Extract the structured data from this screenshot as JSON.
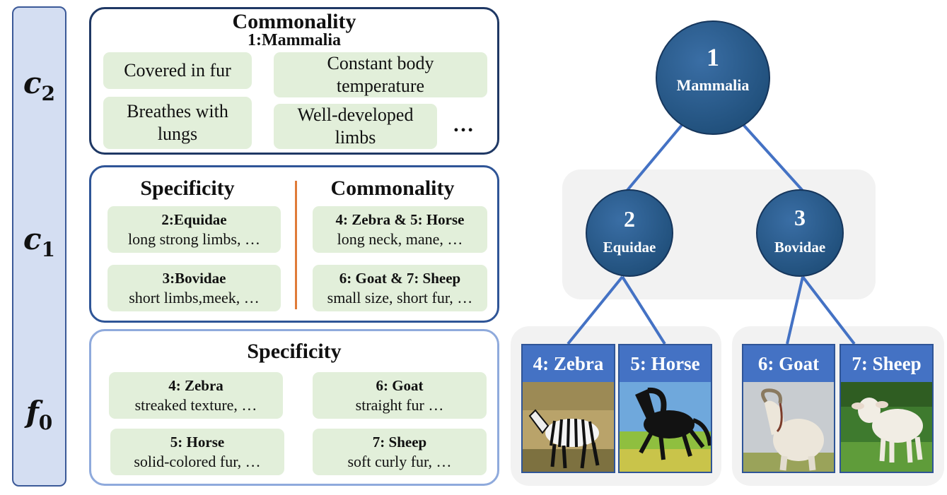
{
  "levels": {
    "c2": {
      "symbol": "c",
      "sub": "2"
    },
    "c1": {
      "symbol": "c",
      "sub": "1"
    },
    "f0": {
      "symbol": "f",
      "sub": "0"
    }
  },
  "panel_top": {
    "title": "Commonality",
    "subtitle": "1:Mammalia",
    "chips": [
      {
        "text": "Covered in fur"
      },
      {
        "text": "Constant body temperature"
      },
      {
        "text": "Breathes with lungs"
      },
      {
        "text": "Well-developed limbs"
      }
    ],
    "ellipsis": "…"
  },
  "panel_mid": {
    "left_title": "Specificity",
    "right_title": "Commonality",
    "left_chips": [
      {
        "title": "2:Equidae",
        "desc": "long strong limbs, …"
      },
      {
        "title": "3:Bovidae",
        "desc": "short limbs,meek, …"
      }
    ],
    "right_chips": [
      {
        "title": "4: Zebra & 5: Horse",
        "desc": "long neck, mane, …"
      },
      {
        "title": "6: Goat & 7: Sheep",
        "desc": "small size, short fur, …"
      }
    ]
  },
  "panel_bot": {
    "title": "Specificity",
    "chips": [
      {
        "title": "4: Zebra",
        "desc": "streaked texture, …"
      },
      {
        "title": "6: Goat",
        "desc": "straight fur …"
      },
      {
        "title": "5: Horse",
        "desc": "solid-colored fur, …"
      },
      {
        "title": "7: Sheep",
        "desc": "soft curly fur, …"
      }
    ]
  },
  "tree": {
    "nodes": [
      {
        "id": "1",
        "label": "Mammalia"
      },
      {
        "id": "2",
        "label": "Equidae"
      },
      {
        "id": "3",
        "label": "Bovidae"
      }
    ],
    "leaves": [
      {
        "label": "4: Zebra",
        "icon": "zebra-photo"
      },
      {
        "label": "5: Horse",
        "icon": "horse-photo"
      },
      {
        "label": "6: Goat",
        "icon": "goat-photo"
      },
      {
        "label": "7: Sheep",
        "icon": "sheep-photo"
      }
    ]
  },
  "colors": {
    "node_fill": "#1f4e79",
    "edge": "#4472c4",
    "leaf_header": "#4472c4",
    "chip": "#e2efda",
    "level_bar": "#d4def2",
    "divider": "#e07b39"
  }
}
